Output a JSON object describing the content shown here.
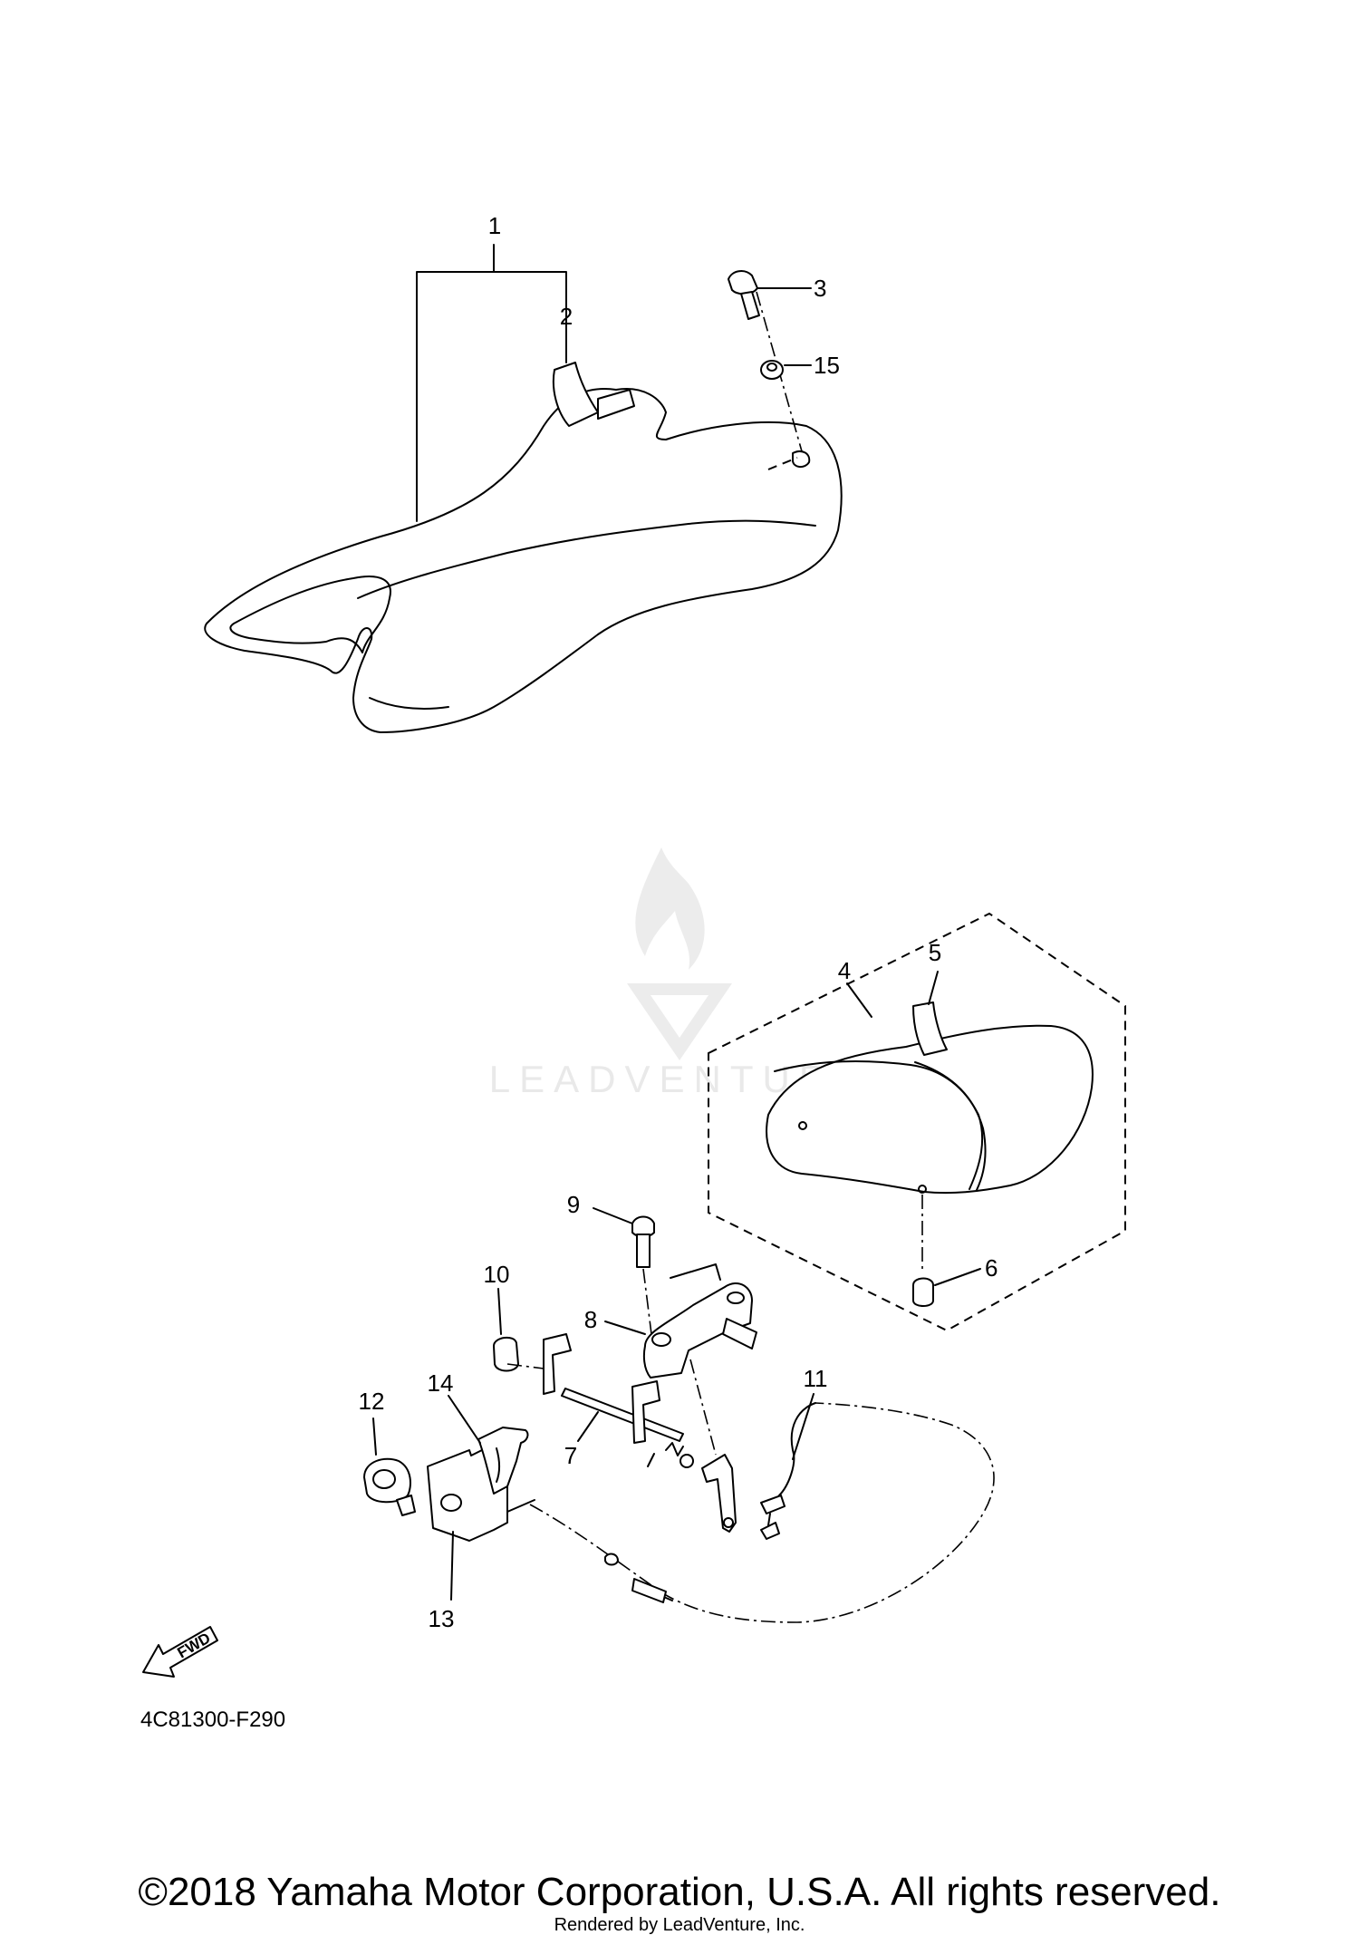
{
  "diagram": {
    "drawing_code": "4C81300-F290",
    "fwd_label": "FWD",
    "copyright": "©2018 Yamaha Motor Corporation, U.S.A. All rights reserved.",
    "rendered_by": "Rendered by LeadVenture, Inc.",
    "watermark": "LEADVENTURE",
    "callouts": [
      {
        "id": "1",
        "text": "1"
      },
      {
        "id": "2",
        "text": "2"
      },
      {
        "id": "3",
        "text": "3"
      },
      {
        "id": "4",
        "text": "4"
      },
      {
        "id": "5",
        "text": "5"
      },
      {
        "id": "6",
        "text": "6"
      },
      {
        "id": "7",
        "text": "7"
      },
      {
        "id": "8",
        "text": "8"
      },
      {
        "id": "9",
        "text": "9"
      },
      {
        "id": "10",
        "text": "10"
      },
      {
        "id": "11",
        "text": "11"
      },
      {
        "id": "12",
        "text": "12"
      },
      {
        "id": "13",
        "text": "13"
      },
      {
        "id": "14",
        "text": "14"
      },
      {
        "id": "15",
        "text": "15"
      }
    ],
    "colors": {
      "line": "#000000",
      "background": "#ffffff",
      "watermark": "#e9e9e9"
    }
  }
}
